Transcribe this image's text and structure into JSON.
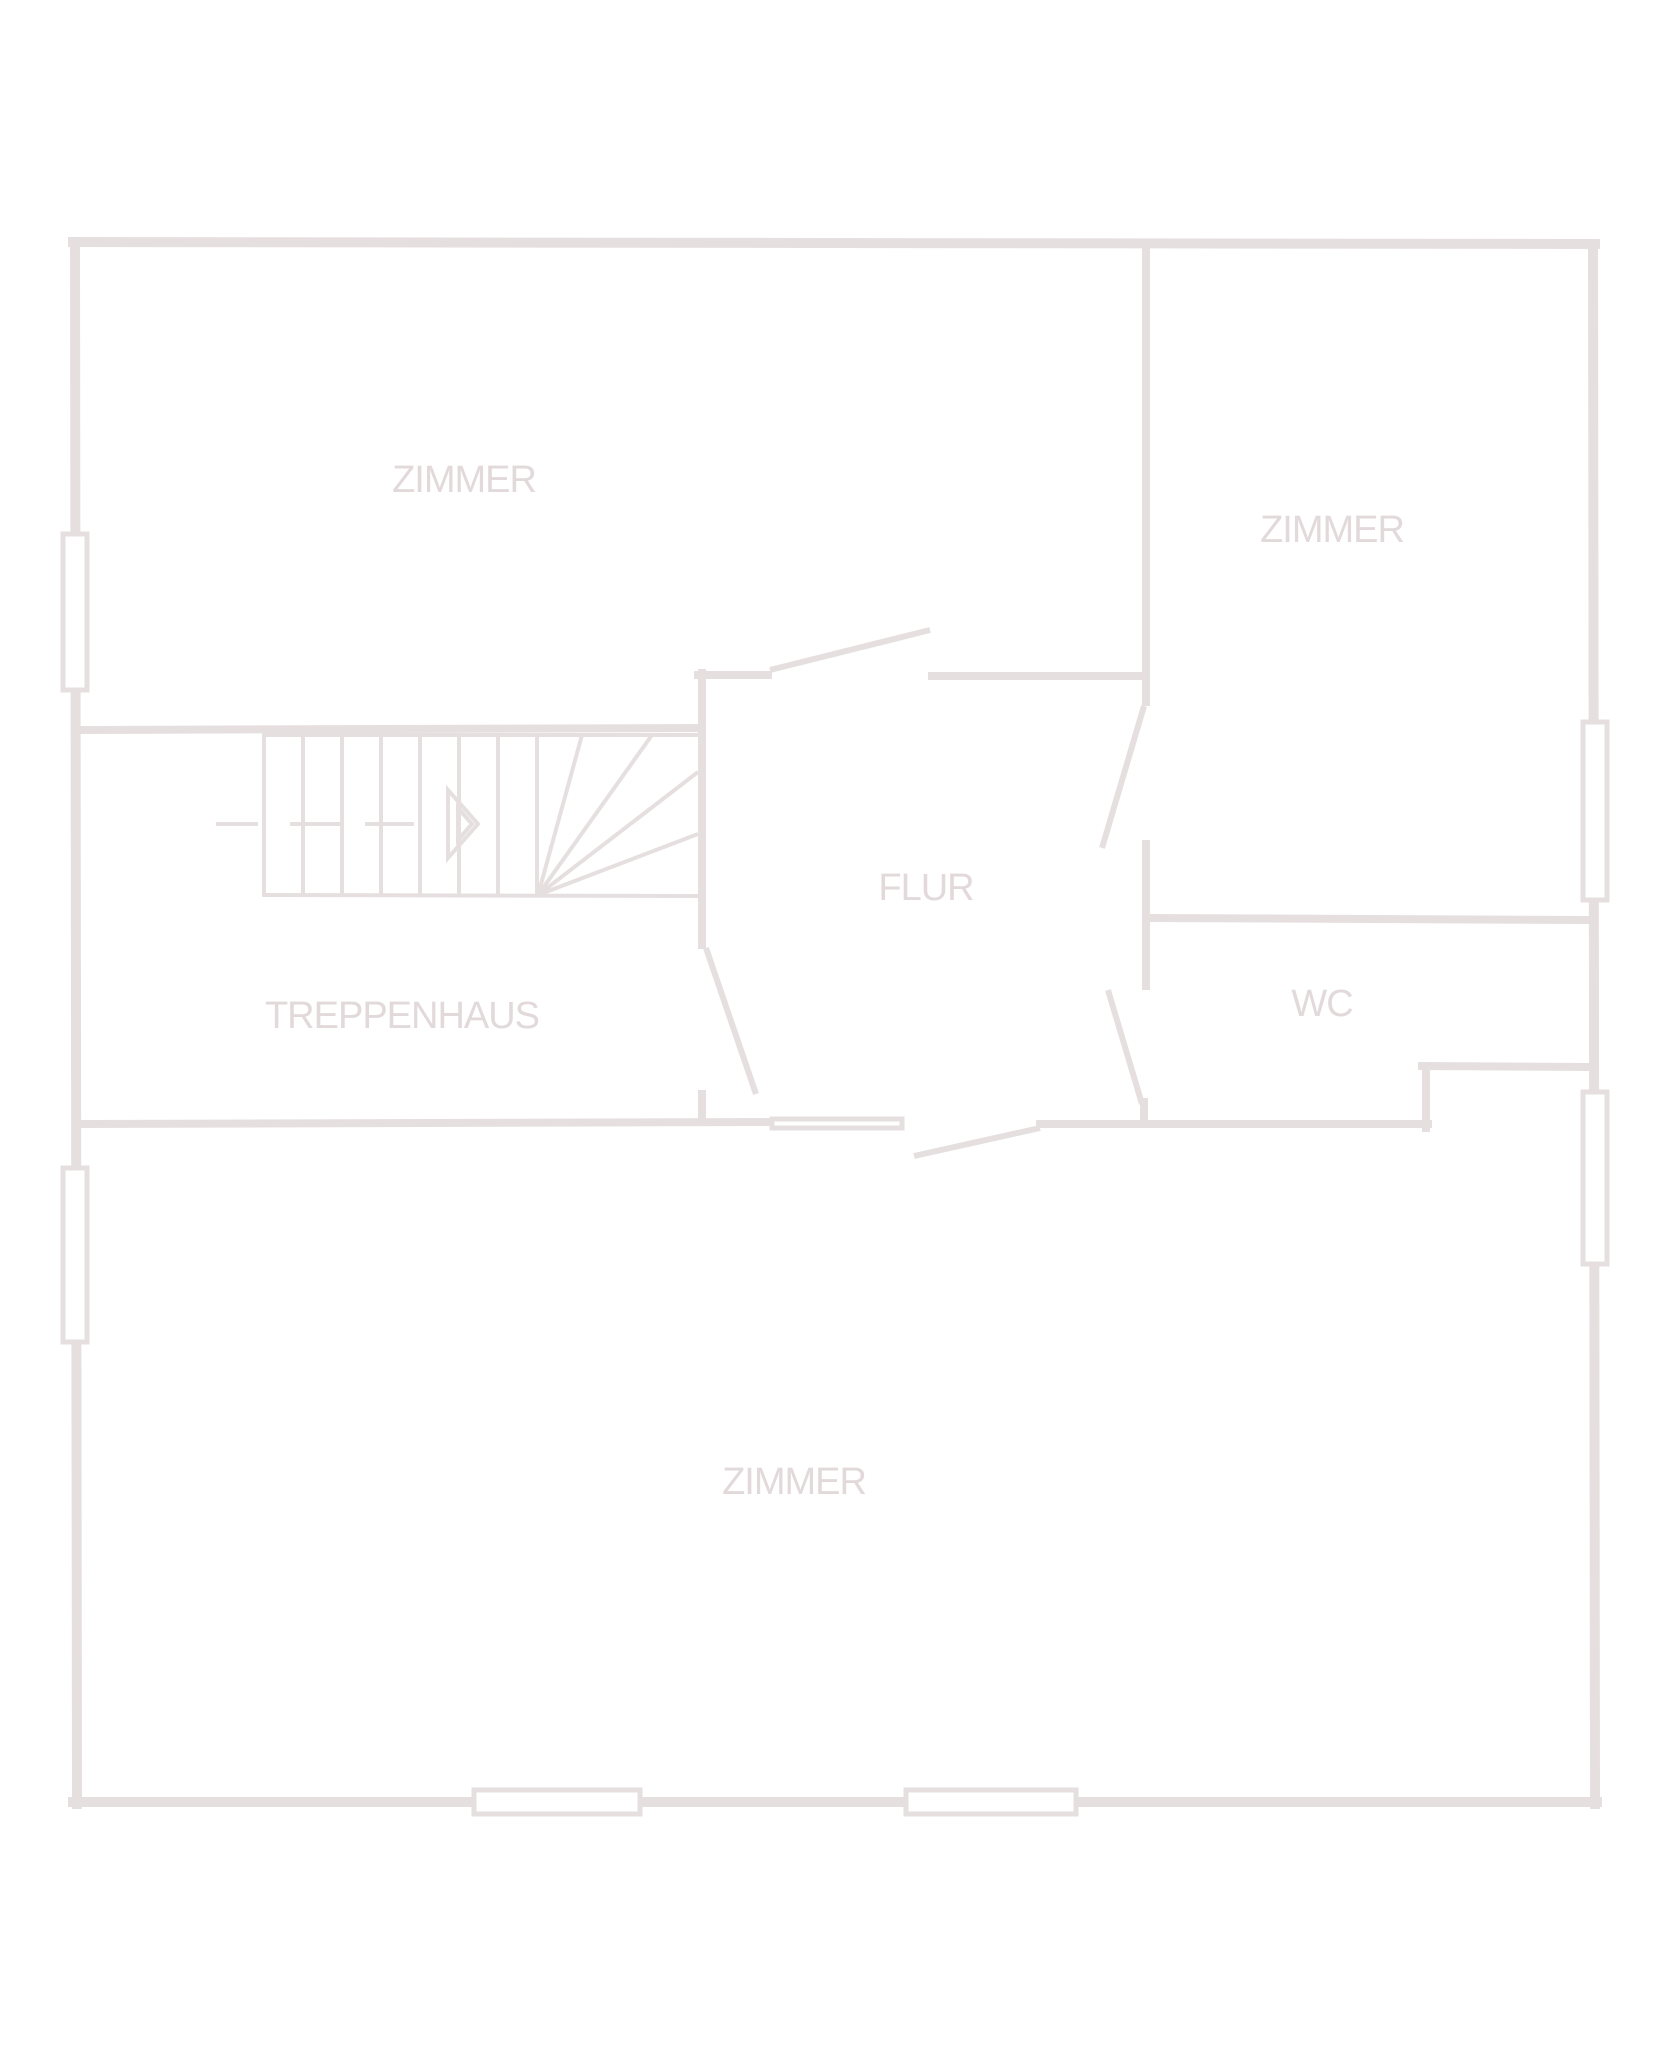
{
  "floorplan": {
    "rooms": {
      "zimmer_top_left": "ZIMMER",
      "zimmer_top_right": "ZIMMER",
      "treppenhaus": "TREPPENHAUS",
      "flur": "FLUR",
      "wc": "WC",
      "zimmer_bottom": "ZIMMER"
    },
    "colors": {
      "wall": "#e6dfe0",
      "label": "#e2d9db",
      "background": "#ffffff"
    }
  }
}
